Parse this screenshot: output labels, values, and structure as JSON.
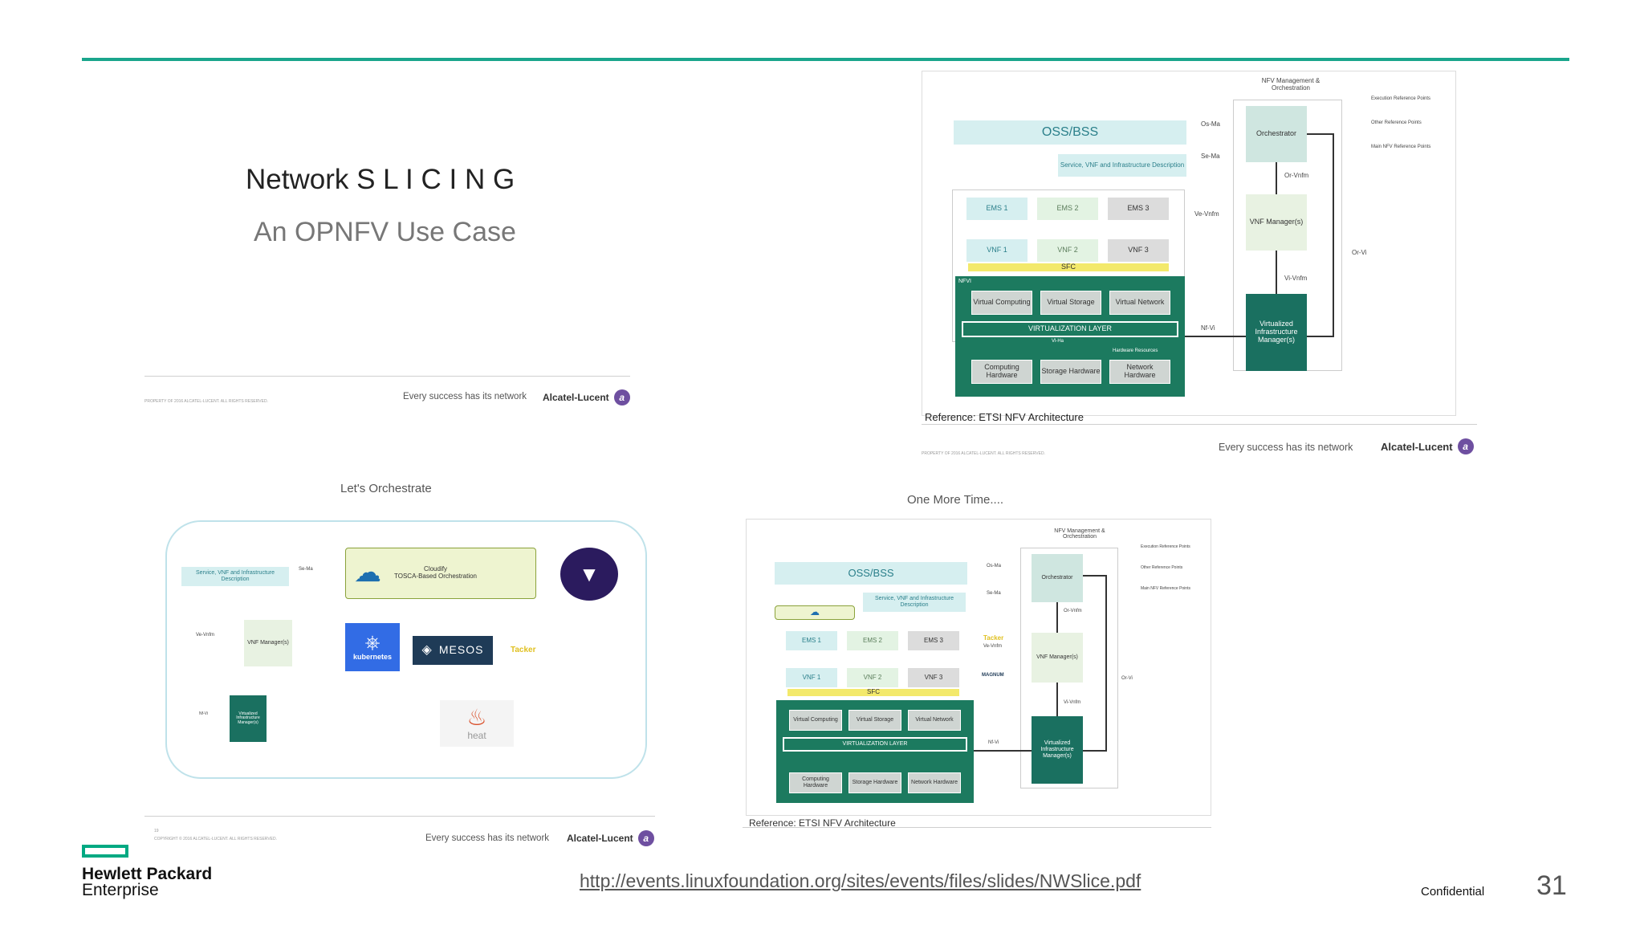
{
  "slide1": {
    "title": "Network S L I C I N G",
    "subtitle": "An OPNFV Use Case",
    "copyright": "PROPERTY OF 2016 ALCATEL-LUCENT. ALL RIGHTS RESERVED.",
    "tagline": "Every success has its network",
    "brand": "Alcatel-Lucent"
  },
  "slide2": {
    "mano_title": "NFV Management & Orchestration",
    "oss_bss": "OSS/BSS",
    "orchestrator": "Orchestrator",
    "service_desc": "Service, VNF and Infrastructure Description",
    "ems": [
      "EMS 1",
      "EMS 2",
      "EMS 3"
    ],
    "vnf": [
      "VNF 1",
      "VNF 2",
      "VNF 3"
    ],
    "sfc": "SFC",
    "nfvi": "NFVI",
    "virtual": [
      "Virtual Computing",
      "Virtual Storage",
      "Virtual Network"
    ],
    "virt_layer": "VIRTUALIZATION LAYER",
    "vi_ha": "Vl-Ha",
    "hw_resources": "Hardware Resources",
    "hardware": [
      "Computing Hardware",
      "Storage Hardware",
      "Network Hardware"
    ],
    "vnf_managers": "VNF Manager(s)",
    "vim": "Virtualized Infrastructure Manager(s)",
    "ref_points": {
      "os_ma": "Os-Ma",
      "se_ma": "Se-Ma",
      "or_vnfm": "Or-Vnfm",
      "ve_vnfm": "Ve-Vnfm",
      "or_vi": "Or-Vi",
      "vi_vnfm": "Vi-Vnfm",
      "nf_vi": "Nf-Vi"
    },
    "legend": [
      "Execution Reference Points",
      "Other Reference Points",
      "Main NFV Reference Points"
    ],
    "reference": "Reference: ETSI NFV Architecture",
    "copyright": "PROPERTY OF 2016 ALCATEL-LUCENT. ALL RIGHTS RESERVED.",
    "tagline": "Every success has its network",
    "brand": "Alcatel-Lucent"
  },
  "slide3": {
    "title": "Let's Orchestrate",
    "service_desc": "Service, VNF and Infrastructure Description",
    "se_ma": "Se-Ma",
    "ve_vnfm": "Ve-Vnfm",
    "vnf_managers": "VNF Manager(s)",
    "nf_vi": "Nf-Vi",
    "vim": "Virtualized Infrastructure Manager(s)",
    "cloudify_name": "Cloudify",
    "cloudify_desc": "TOSCA-Based Orchestration",
    "kubernetes": "kubernetes",
    "mesos": "MESOS",
    "tacker": "Tacker",
    "heat": "heat",
    "page_no": "19",
    "copyright": "COPYRIGHT © 2016 ALCATEL-LUCENT. ALL RIGHTS RESERVED.",
    "tagline": "Every success has its network",
    "brand": "Alcatel-Lucent"
  },
  "slide4": {
    "title": "One More Time....",
    "reference": "Reference: ETSI NFV Architecture",
    "tacker": "Tacker",
    "magnum": "MAGNUM"
  },
  "footer": {
    "link": "http://events.linuxfoundation.org/sites/events/files/slides/NWSlice.pdf",
    "hpe_line1": "Hewlett Packard",
    "hpe_line2": "Enterprise",
    "confidential": "Confidential",
    "page": "31"
  },
  "colors": {
    "accent": "#1aa58c",
    "nfvi_green": "#1c7a5f",
    "hpe_green": "#01a982"
  }
}
